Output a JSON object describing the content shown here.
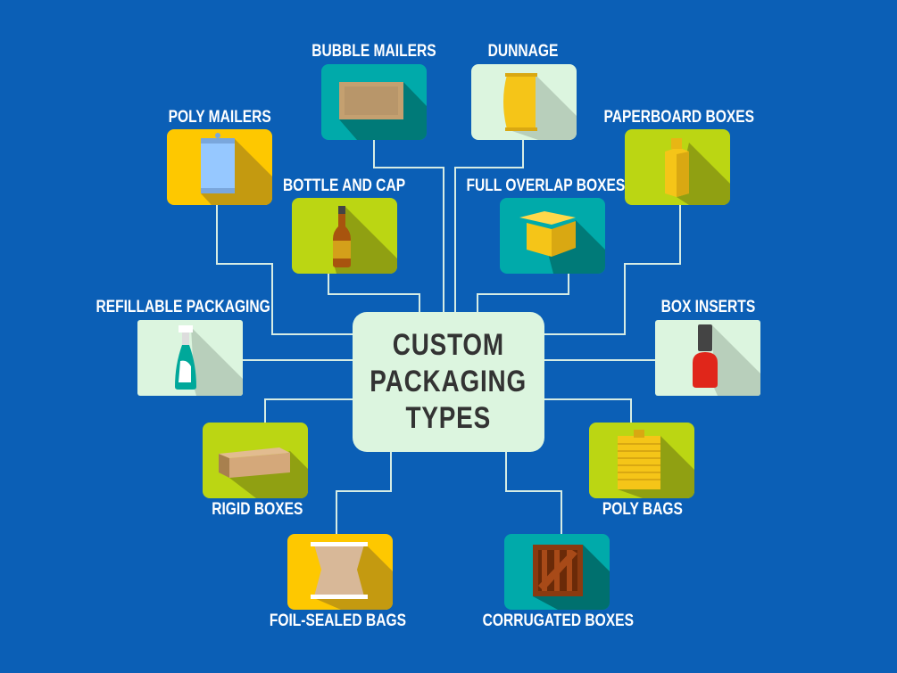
{
  "title_lines": [
    "CUSTOM",
    "PACKAGING",
    "TYPES"
  ],
  "colors": {
    "background": "#0b5fb6",
    "teal": "#00aaaa",
    "mint": "#dcf5df",
    "yellow": "#fec800",
    "lime": "#bbd613",
    "connector": "#d6ece4"
  },
  "items": [
    {
      "label": "BUBBLE MAILERS",
      "icon": "mailer-envelope-icon"
    },
    {
      "label": "DUNNAGE",
      "icon": "dunnage-pillow-icon"
    },
    {
      "label": "POLY MAILERS",
      "icon": "can-icon"
    },
    {
      "label": "PAPERBOARD BOXES",
      "icon": "carton-icon"
    },
    {
      "label": "BOTTLE AND CAP",
      "icon": "bottle-icon"
    },
    {
      "label": "FULL OVERLAP BOXES",
      "icon": "open-box-icon"
    },
    {
      "label": "REFILLABLE PACKAGING",
      "icon": "spray-bottle-icon"
    },
    {
      "label": "BOX INSERTS",
      "icon": "nail-polish-icon"
    },
    {
      "label": "RIGID BOXES",
      "icon": "long-box-icon"
    },
    {
      "label": "POLY BAGS",
      "icon": "bag-icon"
    },
    {
      "label": "FOIL-SEALED BAGS",
      "icon": "foil-bag-icon"
    },
    {
      "label": "CORRUGATED BOXES",
      "icon": "crate-icon"
    }
  ]
}
